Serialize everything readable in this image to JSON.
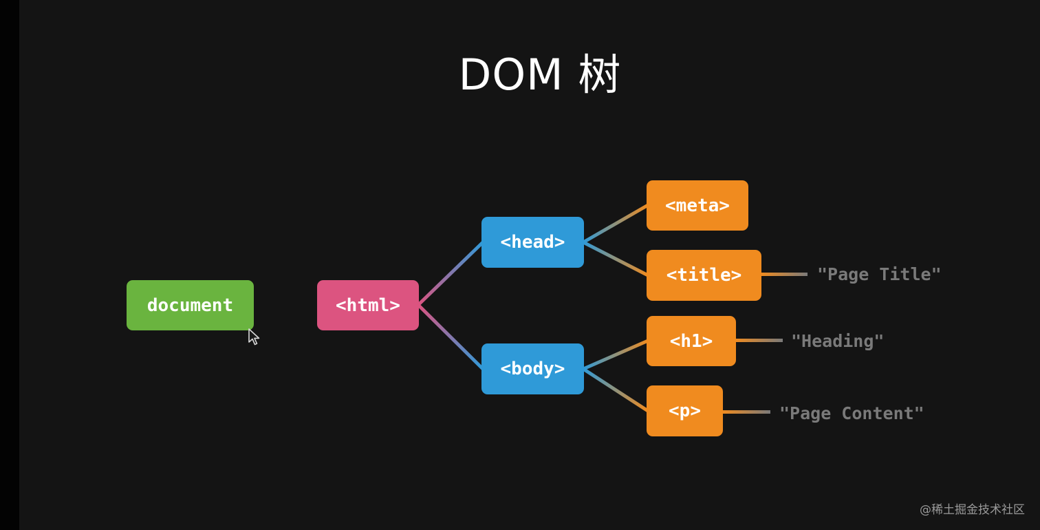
{
  "title": "DOM 树",
  "nodes": {
    "document": "document",
    "html": "<html>",
    "head": "<head>",
    "body": "<body>",
    "meta": "<meta>",
    "title": "<title>",
    "h1": "<h1>",
    "p": "<p>"
  },
  "text_nodes": {
    "page_title": "\"Page Title\"",
    "heading": "\"Heading\"",
    "page_content": "\"Page Content\""
  },
  "colors": {
    "document": "#6ab43f",
    "html": "#dc5480",
    "head_body": "#2f9ad8",
    "leaf_elements": "#f08b1f",
    "text_nodes": "#7a7a7a"
  },
  "watermark": "@稀土掘金技术社区"
}
